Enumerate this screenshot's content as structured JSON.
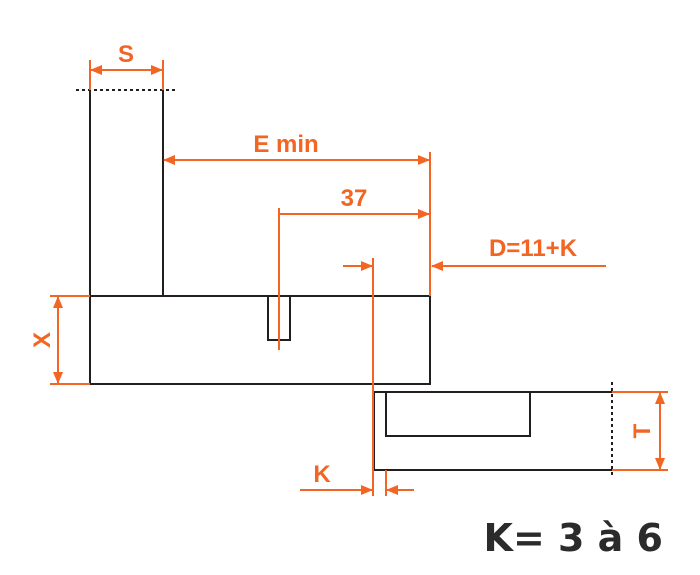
{
  "diagram": {
    "labels": {
      "s": "S",
      "e_min": "E min",
      "dim_37": "37",
      "d": "D=11+K",
      "x": "X",
      "t": "T",
      "k": "K"
    },
    "formula": "K= 3 à 6",
    "colors": {
      "accent": "#F26522",
      "line": "#231F20",
      "text_dark": "#2B2B2B",
      "background": "#FFFFFF"
    }
  }
}
